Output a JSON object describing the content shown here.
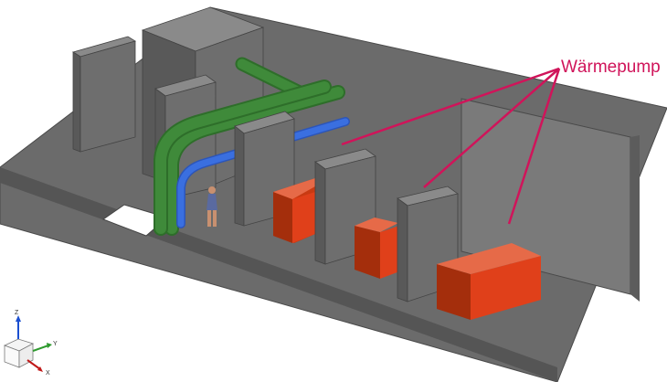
{
  "callout": {
    "label": "Wärmepump",
    "color": "#d0145a"
  },
  "axes": {
    "z": "Z",
    "y": "Y",
    "x": "X"
  },
  "colors": {
    "floor": "#6b6b6b",
    "wall": "#7a7a7a",
    "box_front": "#6e6e6e",
    "box_side": "#595959",
    "box_top": "#8a8a8a",
    "pump": "#e0401a",
    "green_pipe": "#3f8a3a",
    "blue_pipe": "#3a6fe0"
  },
  "icons": [
    "orientation-cube-icon",
    "person-figure-icon"
  ]
}
